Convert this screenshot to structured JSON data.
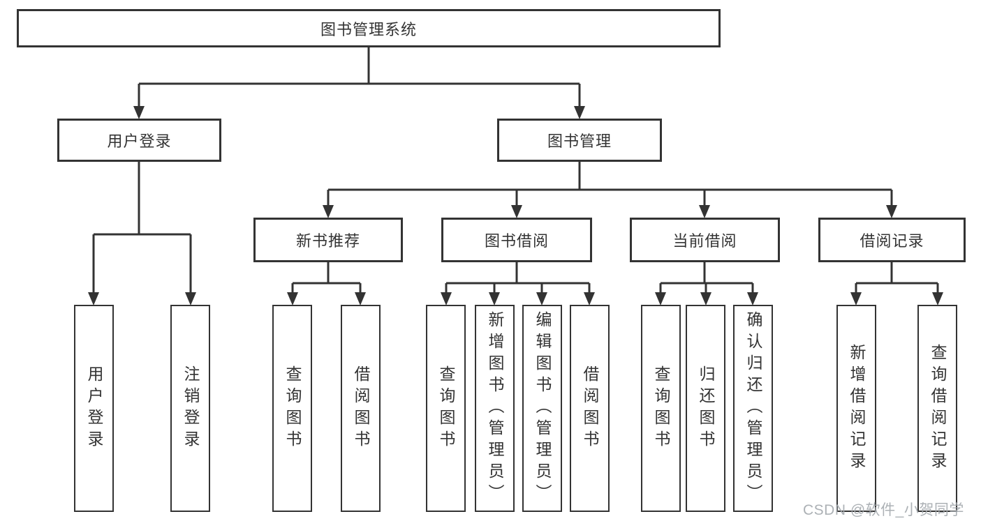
{
  "diagram": {
    "title": "图书管理系统",
    "tree": {
      "root": {
        "label": "图书管理系统"
      },
      "level2": [
        {
          "label": "用户登录"
        },
        {
          "label": "图书管理"
        }
      ],
      "level3": [
        {
          "label": "新书推荐",
          "parent": "图书管理"
        },
        {
          "label": "图书借阅",
          "parent": "图书管理"
        },
        {
          "label": "当前借阅",
          "parent": "图书管理"
        },
        {
          "label": "借阅记录",
          "parent": "图书管理"
        }
      ],
      "leaves": [
        {
          "label": "用户登录",
          "parent": "用户登录"
        },
        {
          "label": "注销登录",
          "parent": "用户登录"
        },
        {
          "label": "查询图书",
          "parent": "新书推荐"
        },
        {
          "label": "借阅图书",
          "parent": "新书推荐"
        },
        {
          "label": "查询图书",
          "parent": "图书借阅"
        },
        {
          "label": "新增图书（管理员）",
          "parent": "图书借阅"
        },
        {
          "label": "编辑图书（管理员）",
          "parent": "图书借阅"
        },
        {
          "label": "借阅图书",
          "parent": "图书借阅"
        },
        {
          "label": "查询图书",
          "parent": "当前借阅"
        },
        {
          "label": "归还图书",
          "parent": "当前借阅"
        },
        {
          "label": "确认归还（管理员）",
          "parent": "当前借阅"
        },
        {
          "label": "新增借阅记录",
          "parent": "借阅记录"
        },
        {
          "label": "查询借阅记录",
          "parent": "借阅记录"
        }
      ]
    },
    "colors": {
      "line": "#333333",
      "box_border": "#333333",
      "text": "#333333",
      "background": "#ffffff",
      "watermark": "#a4a9ae"
    }
  },
  "watermark": {
    "text": "CSDN @软件_小贺同学"
  }
}
